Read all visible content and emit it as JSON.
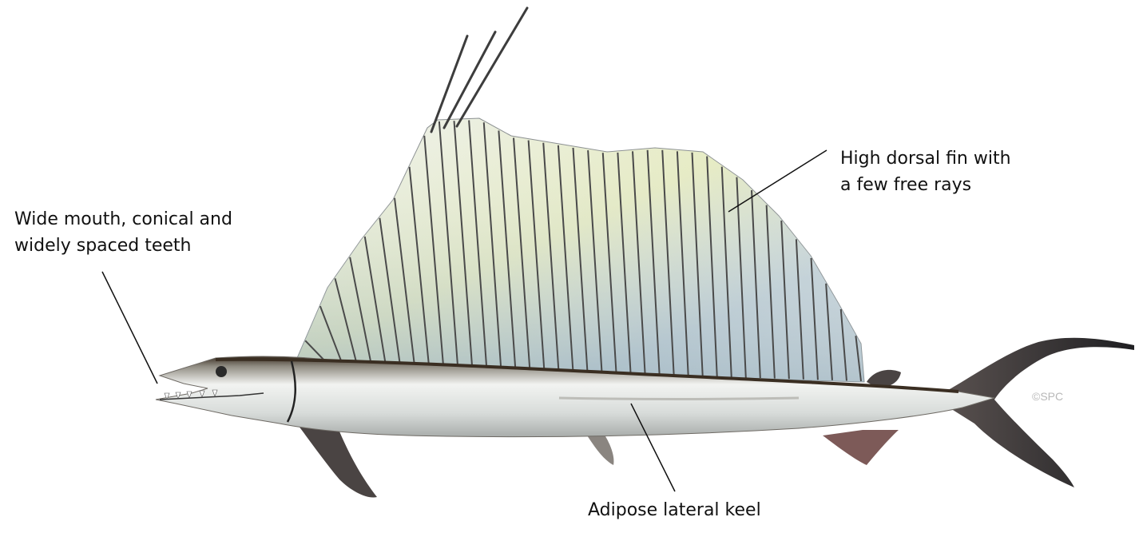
{
  "annotations": {
    "mouth": {
      "line1": "Wide mouth, conical and",
      "line2": "widely spaced teeth"
    },
    "dorsal_fin": {
      "line1": "High dorsal fin with",
      "line2": "a few free rays"
    },
    "keel": {
      "line1": "Adipose lateral keel"
    }
  },
  "credit": "©SPC",
  "colors": {
    "background": "#ffffff",
    "body_silver": "#dfe2e0",
    "back_dark": "#3a2e22",
    "fin_membrane": "#c9d4d8",
    "fin_tint_yellow": "#e8ecb8",
    "fin_tint_blue": "#9fb6c4",
    "fin_ray": "#4a4a4a",
    "tail": "#2a2a2a",
    "leader_line": "#111111"
  }
}
